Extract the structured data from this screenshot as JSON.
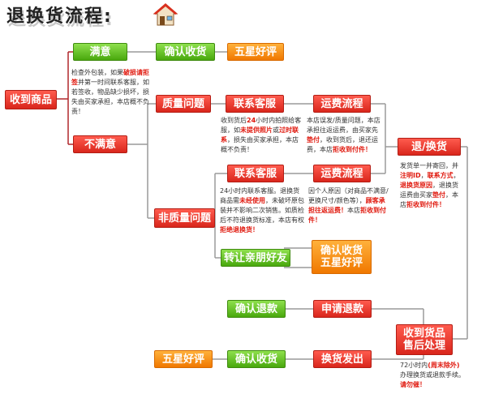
{
  "title": "退换货流程:",
  "boxes": {
    "receive": "收到商品",
    "satisfied": "满意",
    "confirm_receipt_1": "确认收货",
    "five_star_1": "五星好评",
    "quality_issue": "质量问题",
    "contact_cs_1": "联系客服",
    "shipping_flow_1": "运费流程",
    "unsatisfied": "不满意",
    "return_exchange": "退/换货",
    "contact_cs_2": "联系客服",
    "shipping_flow_2": "运费流程",
    "non_quality_issue": "非质量问题",
    "confirm_receipt_2": "确认收货",
    "five_star_2": "五星好评",
    "transfer_friend": "转让亲朋好友",
    "confirm_refund": "确认退款",
    "apply_refund": "申请退款",
    "after_sale_1": "收到货品",
    "after_sale_2": "售后处理",
    "five_star_3": "五星好评",
    "confirm_receipt_3": "确认收货",
    "exchange_ship": "换货发出"
  },
  "notes": {
    "inspect": {
      "a": "检查外包装，如果",
      "b": "破损",
      "c": "请拒签",
      "d": "并第一时间联系客服，如若签收，物品缺少损坏，损失由买家承担，本店概不负责！"
    },
    "quality": {
      "a": "收到货后",
      "b": "24",
      "c": "小时内拍照给客服，如",
      "d": "未提供照片",
      "e": "或",
      "f": "过时联系",
      "g": "，损失由买家承担，本店概不负责！"
    },
    "shipping1": {
      "a": "本店误发/质量问题，本店承担往返运费，由买家先",
      "b": "垫付",
      "c": "，收到货后，退还运费，本店",
      "d": "拒收到付件！"
    },
    "return": {
      "a": "发货单一并寄回，并",
      "b": "注明ID",
      "c": "，",
      "d": "联系方式",
      "e": "，",
      "f": "退换货原因",
      "g": "，退换货运费由买家",
      "h": "垫付",
      "i": "，本店",
      "j": "拒收到付件！"
    },
    "nonquality": {
      "a": "24小时内联系客服。退换货商品需",
      "b": "未经使用",
      "c": "，未破坏原包装并不影响二次销售。如质检后不符退换货标准，本店有权",
      "d": "拒绝退换货！"
    },
    "shipping2": {
      "a": "因个人原因（对商品不满意/更换尺寸/颜色等），",
      "b": "顾客承担往返运费！",
      "c": "本店",
      "d": "拒收到付件！"
    },
    "aftersale": {
      "a": "72小时内",
      "b": "(周末除外)",
      "c": "办理换货或退款手续。",
      "d": "请勿催！"
    }
  }
}
